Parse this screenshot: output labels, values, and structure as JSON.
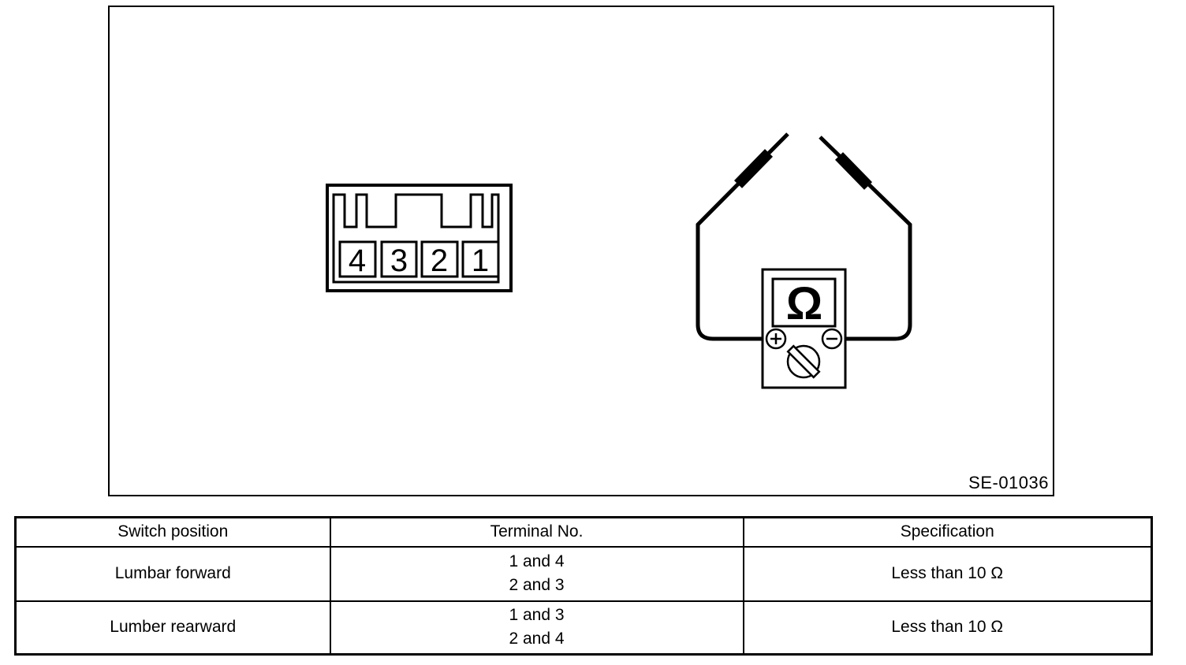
{
  "figure": {
    "label": "SE-01036",
    "connector": {
      "terminals": [
        "4",
        "3",
        "2",
        "1"
      ]
    },
    "meter": {
      "display_symbol": "Ω"
    }
  },
  "table": {
    "headers": [
      "Switch position",
      "Terminal No.",
      "Specification"
    ],
    "rows": [
      {
        "switch_position": "Lumbar forward",
        "terminal_no": [
          "1 and 4",
          "2 and 3"
        ],
        "specification": "Less than 10 Ω"
      },
      {
        "switch_position": "Lumber rearward",
        "terminal_no": [
          "1 and 3",
          "2 and 4"
        ],
        "specification": "Less than 10 Ω"
      }
    ]
  },
  "colors": {
    "ink": "#000000",
    "background": "#ffffff"
  }
}
